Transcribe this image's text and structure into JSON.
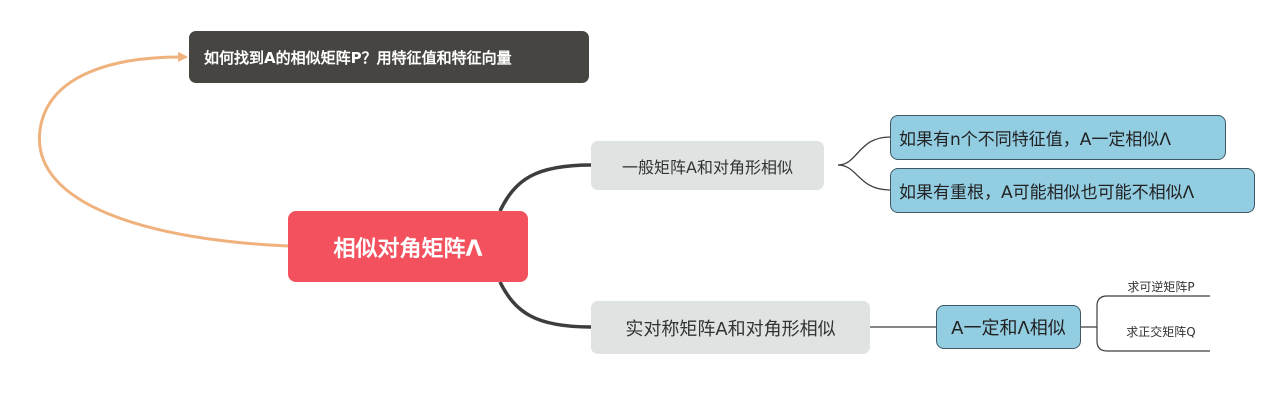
{
  "note": {
    "text": "如何找到A的相似矩阵P？用特征值和特征向量"
  },
  "root": {
    "text": "相似对角矩阵Λ"
  },
  "branches": [
    {
      "text": "一般矩阵A和对角形相似",
      "children": [
        {
          "text": "如果有n个不同特征值，A一定相似Λ"
        },
        {
          "text": "如果有重根，A可能相似也可能不相似Λ"
        }
      ]
    },
    {
      "text": "实对称矩阵A和对角形相似",
      "children": [
        {
          "text": "A一定和Λ相似",
          "children": [
            {
              "text": "求可逆矩阵P"
            },
            {
              "text": "求正交矩阵Q"
            }
          ]
        }
      ]
    }
  ],
  "colors": {
    "note_bg": "#474541",
    "root_bg": "#f3515e",
    "branch_bg": "#dfe3e2",
    "leaf_bg": "#92cde2",
    "leaf_border": "#3f5863",
    "connector": "#3d3d3d",
    "relation_arrow": "#f0b27d"
  }
}
